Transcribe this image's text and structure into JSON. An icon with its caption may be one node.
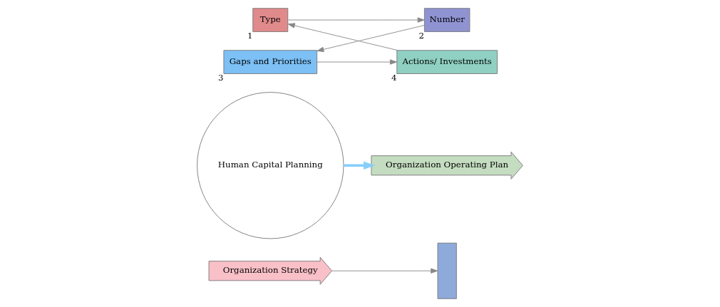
{
  "diagram": {
    "nodes": [
      {
        "text": [
          "Organization Strategy"
        ]
      },
      {
        "text": [],
        "shape": "bar"
      },
      {
        "text": [
          "Human Capital Planning"
        ]
      },
      {
        "text": [
          "Type"
        ],
        "beside": [
          "1"
        ]
      },
      {
        "text": [
          "Number"
        ],
        "beside": [
          "2"
        ]
      },
      {
        "text": [
          "Gaps and Priorities"
        ],
        "beside": [
          "3"
        ]
      },
      {
        "text": [
          "Actions/ Investments"
        ],
        "beside": [
          "4"
        ]
      },
      {
        "text": [
          "Organization Operating Plan"
        ]
      }
    ],
    "edges": [
      {
        "from": 0,
        "to": 1,
        "arrow": "to"
      },
      {
        "from": 3,
        "to": 4,
        "arrow": "to"
      },
      {
        "from": 4,
        "to": 5,
        "arrow": "to"
      },
      {
        "from": 5,
        "to": 6,
        "arrow": "to"
      },
      {
        "from": 6,
        "to": 3,
        "arrow": "to"
      },
      {
        "from": 2,
        "to": 7,
        "arrow": "to",
        "style": "thick",
        "color": "#87cefa"
      }
    ]
  }
}
